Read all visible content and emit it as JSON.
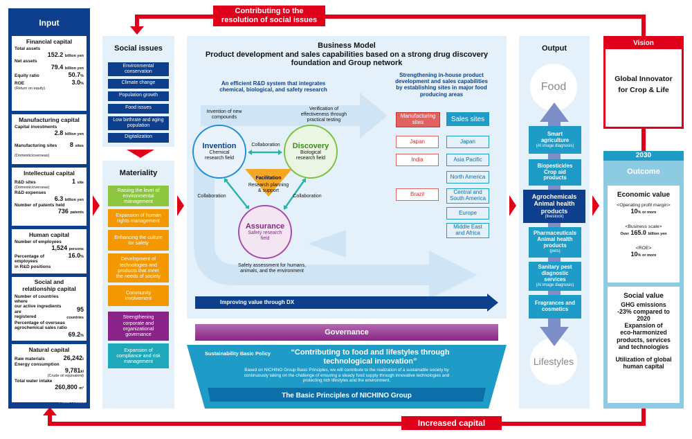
{
  "top_banner": "Contributing to the\nresolution of social issues",
  "bottom_banner": "Increased capital",
  "input": {
    "title": "Input",
    "financial": {
      "title": "Financial capital",
      "total_assets_label": "Total assets",
      "total_assets": "152.2",
      "total_assets_unit": "billion yen",
      "net_assets_label": "Net assets",
      "net_assets": "79.4",
      "net_assets_unit": "billion yen",
      "equity_label": "Equity ratio",
      "equity": "50.7",
      "equity_unit": "%",
      "roe_label": "ROE",
      "roe_sub": "(Return on equity)",
      "roe": "3.0",
      "roe_unit": "%"
    },
    "manufacturing": {
      "title": "Manufacturing capital",
      "capinv_label": "Capital investments",
      "capinv": "2.8",
      "capinv_unit": "billion yen",
      "sites_label": "Manufacturing sites",
      "sites_sub": "(Domestic/overseas)",
      "sites": "8",
      "sites_unit": "sites"
    },
    "intellectual": {
      "title": "Intellectual capital",
      "rd_sites_label": "R&D sites",
      "rd_sites_sub": "(Domestic/overseas)",
      "rd_sites": "1",
      "rd_sites_unit": "site",
      "rd_exp_label": "R&D expenses",
      "rd_exp": "6.3",
      "rd_exp_unit": "billion yen",
      "patents_label": "Number of patents held",
      "patents": "736",
      "patents_unit": "patents"
    },
    "human": {
      "title": "Human capital",
      "employees_label": "Number of employees",
      "employees": "1,524",
      "employees_unit": "persons",
      "rd_pct_label": "Percentage of employees\nin R&D positions",
      "rd_pct": "16.0",
      "rd_pct_unit": "%"
    },
    "social": {
      "title": "Social and\nrelationship capital",
      "countries_label": "Number of countries where\nour active ingredients are\nregistered",
      "countries": "95",
      "countries_unit": "countries",
      "overseas_label": "Percentage of overseas\nagrochemical sales ratio",
      "overseas": "69.2",
      "overseas_unit": "%"
    },
    "natural": {
      "title": "Natural capital",
      "raw_label": "Raw materials",
      "raw": "26,242",
      "raw_unit": "t",
      "energy_label": "Energy consumption",
      "energy": "9,781",
      "energy_unit": "kl",
      "energy_sub": "(Crude oil equivalent)",
      "water_label": "Total water intake",
      "water": "260,800",
      "water_unit": "m³"
    },
    "footnote": "FY2024 Results"
  },
  "social_issues": {
    "title": "Social issues",
    "items": [
      "Environmental\nconservation",
      "Climate change",
      "Population growth",
      "Food issues",
      "Low birthrate and aging\npopulation",
      "Digitalization"
    ]
  },
  "materiality": {
    "title": "Materiality",
    "items": [
      {
        "label": "Raising the level of\nenvironmental\nmanagement",
        "color": "#8cc63f"
      },
      {
        "label": "Expansion of human\nrights management",
        "color": "#f39800"
      },
      {
        "label": "Enhancing the culture\nfor safety",
        "color": "#f39800"
      },
      {
        "label": "Development of\ntechnologies and\nproducts that meet\nthe needs of society",
        "color": "#f39800"
      },
      {
        "label": "Community\ninvolvement",
        "color": "#f39800"
      },
      {
        "label": "Strengthening\ncorporate and\norganizational\ngovernance",
        "color": "#8a2387"
      },
      {
        "label": "Expansion of\ncompliance and risk\nmanagement",
        "color": "#1fa8b9"
      }
    ]
  },
  "business_model": {
    "title": "Business Model\nProduct development and sales capabilities based on a strong drug discovery\nfoundation and Group network",
    "left_heading": "An efficient R&D system that integrates\nchemical, biological, and safety research",
    "right_heading": "Strengthening in-house product\ndevelopment and sales capabilities\nby establishing sites in major food\nproducing areas",
    "invention_note": "Invention of new\ncompounds",
    "verification_note": "Verification of\neffectiveness through\npractical testing",
    "safety_note": "Safety assessment for humans,\nanimals, and the environment",
    "invention": {
      "name": "Invention",
      "sub": "Chemical\nresearch field"
    },
    "discovery": {
      "name": "Discovery",
      "sub": "Biological\nresearch field"
    },
    "assurance": {
      "name": "Assurance",
      "sub": "Safety research\nfield"
    },
    "facilitation": {
      "name": "Facilitation",
      "sub": "Research planning\n& support"
    },
    "collab": "Collaboration",
    "manufacturing_header": "Manufacturing\nsites",
    "sales_header": "Sales sites",
    "manufacturing_sites": [
      "Japan",
      "India",
      "Brazil"
    ],
    "sales_sites": [
      "Japan",
      "Asia Pacific",
      "North America",
      "Central and\nSouth America",
      "Europe",
      "Middle East\nand Africa"
    ],
    "dx": "Improving value through DX"
  },
  "governance": "Governance",
  "policy": {
    "label": "Sustainability Basic Policy",
    "quote": "“Contributing to food and lifestyles through\ntechnological innovation”",
    "text": "Based on NICHINO Group Basic Principles, we will contribute to the realization of a sustainable society by\ncontinuously taking on the challenge of ensuring a steady food supply through innovative technologies and\nprotecting rich lifestyles and the environment.",
    "principles": "The Basic Principles of NICHINO Group"
  },
  "output": {
    "title": "Output",
    "food": "Food",
    "lifestyles": "Lifestyles",
    "items": [
      {
        "text": "Smart\nagriculture",
        "sub": "(AI image diagnosis)"
      },
      {
        "text": "Biopesticides\nCrop aid\nproducts",
        "sub": ""
      },
      {
        "text": "Agrochemicals\nAnimal health\nproducts",
        "sub": "(livestock)"
      },
      {
        "text": "Pharmaceuticals\nAnimal health\nproducts",
        "sub": "(pets)"
      },
      {
        "text": "Sanitary pest\ndiagnostic\nservices",
        "sub": "(AI image diagnosis)"
      },
      {
        "text": "Fragrances and\ncosmetics",
        "sub": ""
      }
    ]
  },
  "vision": {
    "title": "Vision",
    "text": "Global Innovator\nfor Crop & Life"
  },
  "outcome": {
    "year": "2030",
    "title": "Outcome",
    "econ_title": "Economic value",
    "opm_label": "<Operating profit margin>",
    "opm": "10",
    "opm_unit": "% or more",
    "scale_label": "<Business scale>",
    "scale_prefix": "Over",
    "scale": "165.0",
    "scale_unit": "billion yen",
    "roe_label": "<ROE>",
    "roe": "10",
    "roe_unit": "% or more",
    "social_title": "Social value",
    "social_text": "GHG emissions\n-23% compared to\n2020\nExpansion of\neco-harmonized\nproducts, services\nand technologies",
    "global_text": "Utilization of global\nhuman capital"
  },
  "colors": {
    "navy": "#0d3f8c",
    "red": "#e0001a",
    "light": "#e4f1fb",
    "teal": "#1f9bc8"
  }
}
